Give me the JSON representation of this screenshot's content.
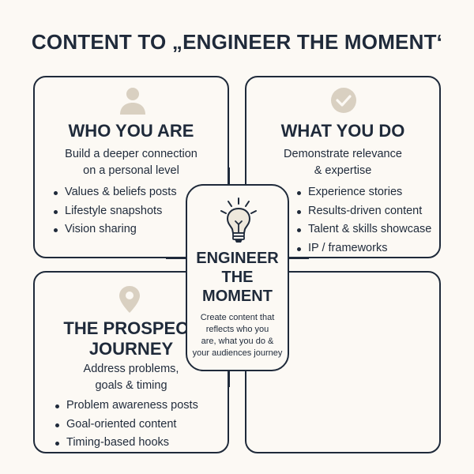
{
  "title": "CONTENT TO „ENGINEER THE MOMENT‘",
  "colors": {
    "background": "#fcf9f4",
    "ink": "#1f2a3a",
    "icon_fill": "#d9d0c1"
  },
  "cards": {
    "who_you_are": {
      "icon": "person-icon",
      "heading": "WHO YOU ARE",
      "subtitle_lines": [
        "Build a deeper connection",
        "on a personal level"
      ],
      "bullets": [
        "Values & beliefs posts",
        "Lifestyle snapshots",
        "Vision sharing"
      ]
    },
    "what_you_do": {
      "icon": "checkmark-circle-icon",
      "heading": "WHAT YOU DO",
      "subtitle_lines": [
        "Demonstrate relevance",
        "& expertise"
      ],
      "bullets": [
        "Experience stories",
        "Results-driven content",
        "Talent & skills showcase",
        "IP / frameworks"
      ]
    },
    "prospect_journey": {
      "icon": "map-pin-icon",
      "heading_lines": [
        "THE PROSPECT",
        "JOURNEY"
      ],
      "subtitle_lines": [
        "Address problems,",
        "goals & timing"
      ],
      "bullets": [
        "Problem awareness posts",
        "Goal-oriented content",
        "Timing-based hooks"
      ]
    },
    "empty": {}
  },
  "center": {
    "icon": "lightbulb-icon",
    "heading_lines": [
      "ENGINEER",
      "THE",
      "MOMENT"
    ],
    "subtitle_lines": [
      "Create content that",
      "reflects who you",
      "are, what you do &",
      "your audiences journey"
    ]
  }
}
